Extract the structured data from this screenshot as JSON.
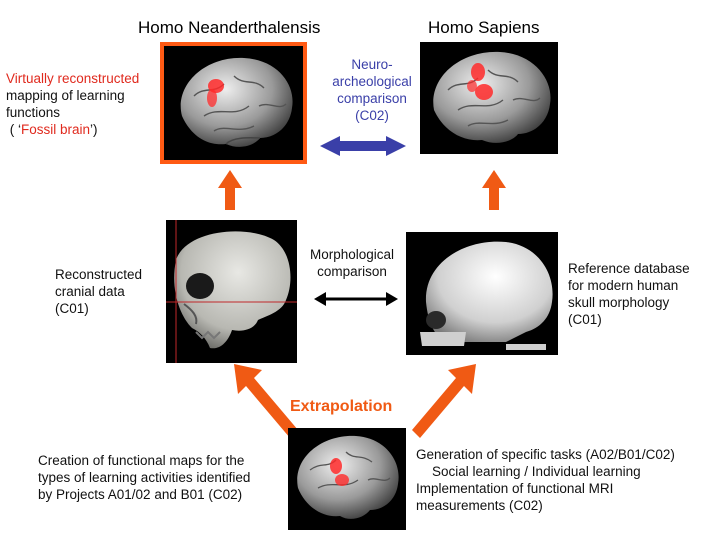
{
  "species": {
    "left": "Homo Neanderthalensis",
    "right": "Homo Sapiens"
  },
  "fossil": {
    "line1": "Virtually reconstructed",
    "line2": "mapping of learning",
    "line3": "functions",
    "line4_open": "( ‘",
    "line4_red": "Fossil brain",
    "line4_close": "’)"
  },
  "neuro": {
    "line1": "Neuro-",
    "line2": "archeological",
    "line3": "comparison",
    "line4": "(C02)"
  },
  "morph": {
    "line1": "Morphological",
    "line2": "comparison"
  },
  "cranial": {
    "line1": "Reconstructed",
    "line2": "cranial data",
    "line3": "(C01)"
  },
  "reference": {
    "line1": "Reference database",
    "line2": "for modern human",
    "line3": "skull morphology",
    "line4": "(C01)"
  },
  "extrapolation": "Extrapolation",
  "functional_maps": {
    "line1": "Creation of functional maps for the",
    "line2": "types of learning activities identified",
    "line3": "by Projects A01/02 and B01 (C02)"
  },
  "tasks": {
    "line1": "Generation of specific tasks (A02/B01/C02)",
    "line2": "Social learning / Individual learning",
    "line3": "Implementation of functional MRI",
    "line4": "measurements (C02)"
  },
  "colors": {
    "orange": "#f05a14",
    "red": "#e02a1e",
    "blue": "#3a3fa8",
    "frame": "#ff5a14"
  }
}
